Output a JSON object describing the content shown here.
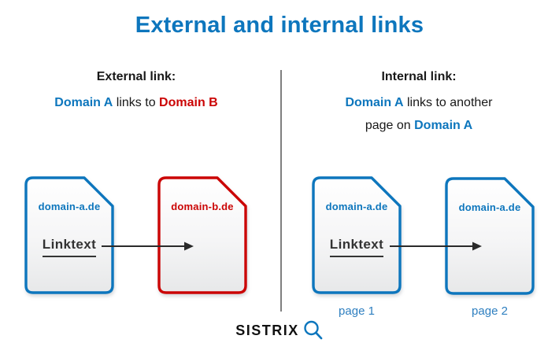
{
  "title": "External and internal links",
  "colors": {
    "accent_blue": "#0d76bd",
    "accent_red": "#cb0505",
    "text_dark": "#181818",
    "divider_gray": "#7f7f7f",
    "arrow_black": "#2a2a2a"
  },
  "sections": {
    "external": {
      "heading": "External link:",
      "sentence": {
        "part1": "Domain A",
        "part2": "links to",
        "part3": "Domain B"
      }
    },
    "internal": {
      "heading": "Internal link:",
      "sentence": {
        "part1": "Domain A",
        "part2": "links to another",
        "part3": "page on",
        "part4": "Domain A"
      }
    }
  },
  "documents": [
    {
      "id": "external-source",
      "label": "domain-a.de",
      "linktext": "Linktext",
      "accent": "#0d76bd"
    },
    {
      "id": "external-target",
      "label": "domain-b.de",
      "accent": "#cb0505"
    },
    {
      "id": "internal-source",
      "label": "domain-a.de",
      "linktext": "Linktext",
      "accent": "#0d76bd"
    },
    {
      "id": "internal-target",
      "label": "domain-a.de",
      "accent": "#0d76bd"
    }
  ],
  "page_labels": {
    "page1": "page 1",
    "page2": "page 2"
  },
  "footer": {
    "brand": "SISTRIX",
    "icon": "magnifier-icon"
  }
}
